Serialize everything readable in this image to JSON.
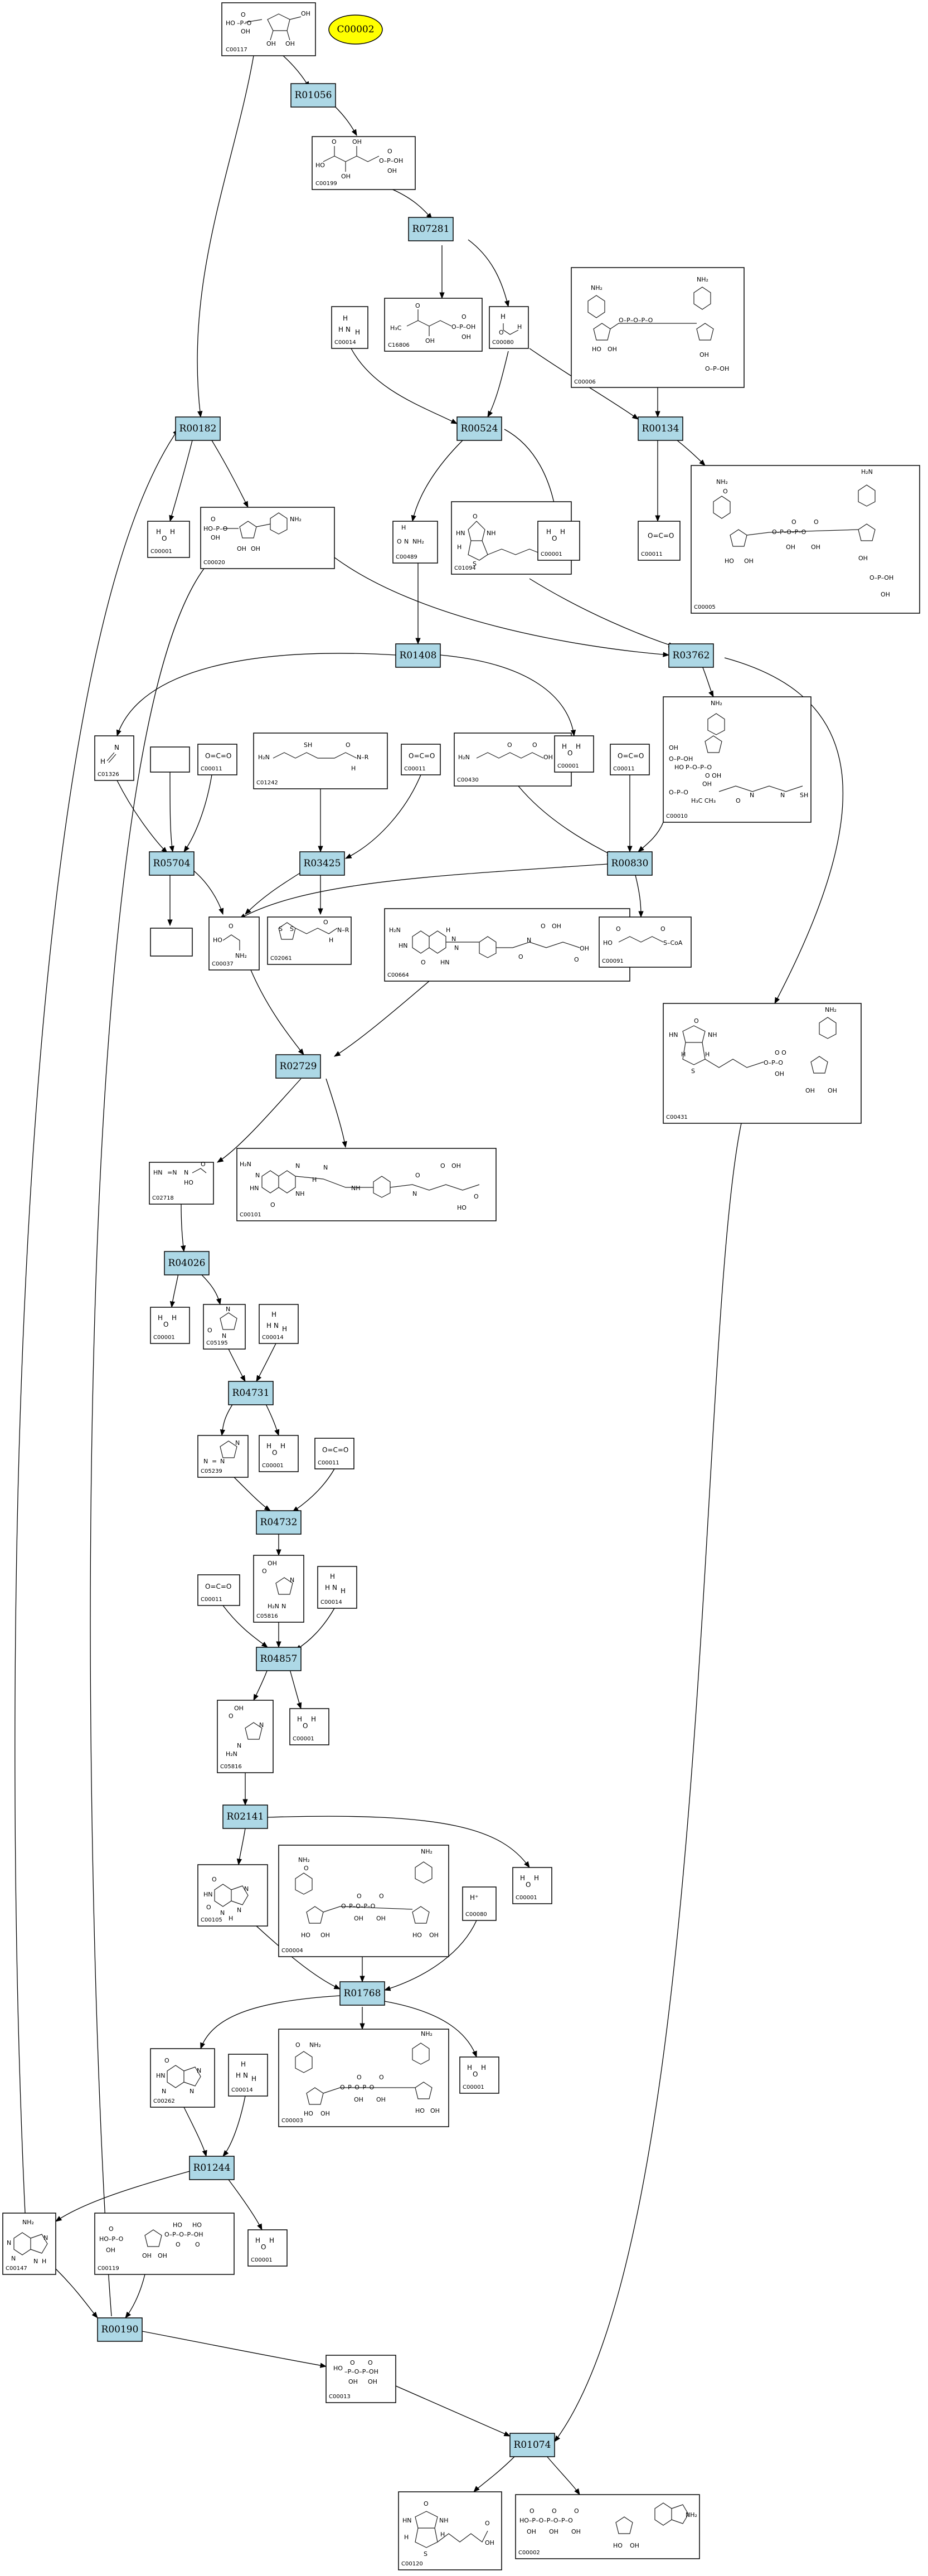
{
  "legend": {
    "label": "C00002",
    "color": "#ffff00"
  },
  "colors": {
    "reaction_fill": "#add8e6",
    "compound_fill": "#ffffff",
    "stroke": "#000000"
  },
  "reactions": [
    {
      "id": "R01056",
      "label": "R01056"
    },
    {
      "id": "R07281",
      "label": "R07281"
    },
    {
      "id": "R00182",
      "label": "R00182"
    },
    {
      "id": "R00524",
      "label": "R00524"
    },
    {
      "id": "R00134",
      "label": "R00134"
    },
    {
      "id": "R01408",
      "label": "R01408"
    },
    {
      "id": "R03762",
      "label": "R03762"
    },
    {
      "id": "R05704",
      "label": "R05704"
    },
    {
      "id": "R03425",
      "label": "R03425"
    },
    {
      "id": "R00830",
      "label": "R00830"
    },
    {
      "id": "R02729",
      "label": "R02729"
    },
    {
      "id": "R04026",
      "label": "R04026"
    },
    {
      "id": "R04731",
      "label": "R04731"
    },
    {
      "id": "R04732",
      "label": "R04732"
    },
    {
      "id": "R04857",
      "label": "R04857"
    },
    {
      "id": "R02141",
      "label": "R02141"
    },
    {
      "id": "R01768",
      "label": "R01768"
    },
    {
      "id": "R01244",
      "label": "R01244"
    },
    {
      "id": "R00190",
      "label": "R00190"
    },
    {
      "id": "R01074",
      "label": "R01074"
    }
  ],
  "compounds": [
    {
      "id": "c1",
      "label": "C00117"
    },
    {
      "id": "c2",
      "label": "C00199"
    },
    {
      "id": "c3",
      "label": "C00014"
    },
    {
      "id": "c4",
      "label": "C16806"
    },
    {
      "id": "c5",
      "label": "C00080"
    },
    {
      "id": "c6",
      "label": "C00006"
    },
    {
      "id": "c7",
      "label": "C00001"
    },
    {
      "id": "c8",
      "label": "C00020"
    },
    {
      "id": "c9",
      "label": "C00489"
    },
    {
      "id": "c10",
      "label": "C01094"
    },
    {
      "id": "c11",
      "label": "C00001"
    },
    {
      "id": "c12",
      "label": "C00011"
    },
    {
      "id": "c13",
      "label": "C00005"
    },
    {
      "id": "c14",
      "label": "C01326"
    },
    {
      "id": "c15",
      "label": ""
    },
    {
      "id": "c16",
      "label": "C00011"
    },
    {
      "id": "c17",
      "label": "C01242"
    },
    {
      "id": "c18",
      "label": "C00011"
    },
    {
      "id": "c19",
      "label": "C00430"
    },
    {
      "id": "c20",
      "label": "C00001"
    },
    {
      "id": "c21",
      "label": "C00011"
    },
    {
      "id": "c22",
      "label": "C00010"
    },
    {
      "id": "c23",
      "label": ""
    },
    {
      "id": "c24",
      "label": "C00037"
    },
    {
      "id": "c25",
      "label": "C02061"
    },
    {
      "id": "c26",
      "label": "C00664"
    },
    {
      "id": "c27",
      "label": "C00091"
    },
    {
      "id": "c28",
      "label": "C00431"
    },
    {
      "id": "c29",
      "label": "C02718"
    },
    {
      "id": "c30",
      "label": "C00101"
    },
    {
      "id": "c31",
      "label": "C00001"
    },
    {
      "id": "c32",
      "label": "C05195"
    },
    {
      "id": "c33",
      "label": "C00014"
    },
    {
      "id": "c34",
      "label": "C05239"
    },
    {
      "id": "c35",
      "label": "C00001"
    },
    {
      "id": "c36",
      "label": "C00011"
    },
    {
      "id": "c37",
      "label": "C00011"
    },
    {
      "id": "c38",
      "label": "C05816"
    },
    {
      "id": "c39",
      "label": "C00014"
    },
    {
      "id": "c40",
      "label": "C05816"
    },
    {
      "id": "c41",
      "label": "C00001"
    },
    {
      "id": "c42",
      "label": "C00105"
    },
    {
      "id": "c43",
      "label": "C00004"
    },
    {
      "id": "c44",
      "label": "C00080"
    },
    {
      "id": "c45",
      "label": "C00001"
    },
    {
      "id": "c46",
      "label": "C00262"
    },
    {
      "id": "c47",
      "label": "C00014"
    },
    {
      "id": "c48",
      "label": "C00003"
    },
    {
      "id": "c49",
      "label": "C00001"
    },
    {
      "id": "c50",
      "label": "C00147"
    },
    {
      "id": "c51",
      "label": "C00119"
    },
    {
      "id": "c52",
      "label": "C00001"
    },
    {
      "id": "c53",
      "label": "C00013"
    },
    {
      "id": "c54",
      "label": "C00120"
    },
    {
      "id": "c55",
      "label": "C00002"
    }
  ]
}
